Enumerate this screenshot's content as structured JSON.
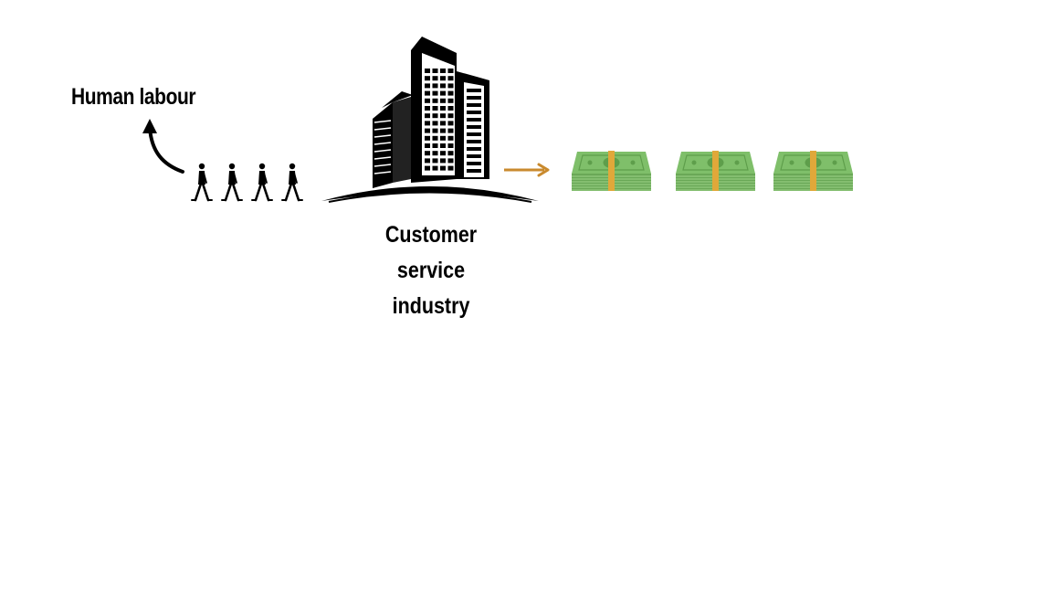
{
  "labels": {
    "human_labour": "Human labour",
    "industry_line1": "Customer service",
    "industry_line2": "industry"
  },
  "icons": {
    "walkers": "walking-person-icon",
    "building": "office-building-icon",
    "arrow": "arrow-right-icon",
    "money": "money-stack-icon",
    "curved_arrow": "curved-arrow-icon"
  },
  "colors": {
    "text": "#000000",
    "arrow": "#c98a2e",
    "money_green": "#7fbf6a",
    "money_band": "#e0a83a",
    "background": "#ffffff"
  },
  "counts": {
    "walkers": 4,
    "money_stacks": 3
  }
}
